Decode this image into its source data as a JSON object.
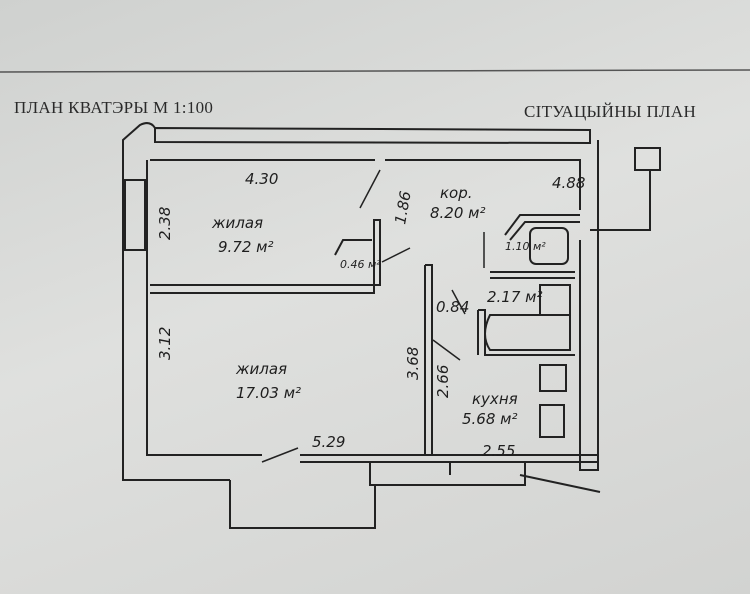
{
  "header": {
    "plan_title": "ПЛАН КВАТЭРЫ М 1:100",
    "site_plan_title": "СІТУАЦЫЙНЫ ПЛАН"
  },
  "rooms": [
    {
      "name": "жилая",
      "area": "9.72 м²"
    },
    {
      "name": "жилая",
      "area": "17.03 м²"
    },
    {
      "name": "кор.",
      "area": "8.20 м²"
    },
    {
      "name": "кухня",
      "area": "5.68 м²"
    },
    {
      "name": "",
      "area": "0.46 м²"
    },
    {
      "name": "",
      "area": "1.10 м²"
    },
    {
      "name": "",
      "area": "2.17 м²"
    }
  ],
  "dimensions": {
    "room1_width": "4.30",
    "room1_depth": "2.38",
    "corridor_len": "1.86",
    "site": "4.88",
    "room2_depth": "3.12",
    "room2_width": "5.29",
    "partition": "3.68",
    "kitchen_depth": "2.66",
    "kitchen_width": "2.55",
    "door": "0.84"
  }
}
